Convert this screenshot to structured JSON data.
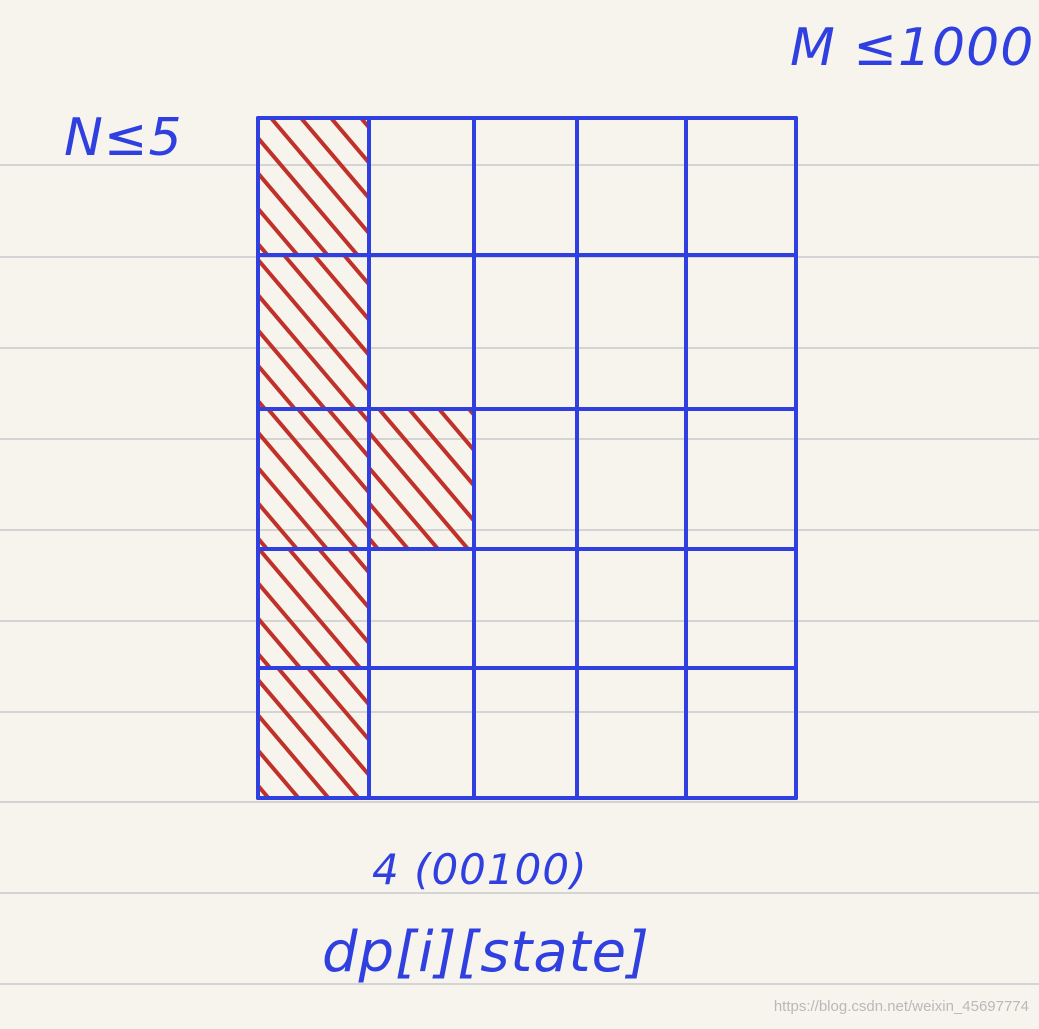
{
  "notes": {
    "m_constraint": "M ≤1000",
    "n_constraint": "N≤5",
    "state_count": "4 (00100)",
    "dp_state": "dp[i][state]"
  },
  "grid": {
    "columns": 5,
    "rows": 5,
    "hatched_cells": [
      {
        "row": 0,
        "col": 0
      },
      {
        "row": 1,
        "col": 0
      },
      {
        "row": 2,
        "col": 0
      },
      {
        "row": 2,
        "col": 1
      },
      {
        "row": 3,
        "col": 0
      },
      {
        "row": 4,
        "col": 0
      }
    ]
  },
  "watermark": "https://blog.csdn.net/weixin_45697774",
  "colors": {
    "paper": "#f6f4ec",
    "ruled_lines": "#d4d4d4",
    "grid_ink": "#2f3fe0",
    "hatch_ink": "#c0312a"
  }
}
